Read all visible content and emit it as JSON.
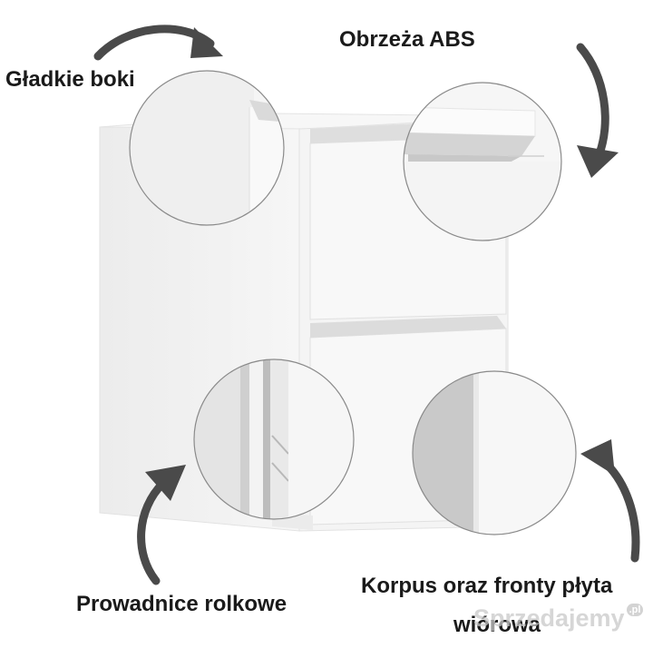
{
  "labels": {
    "smooth_sides": "Gładkie boki",
    "abs_edges": "Obrzeża ABS",
    "roller_runners": "Prowadnice rolkowe",
    "body_fronts_line1": "Korpus oraz fronty płyta",
    "body_fronts_line2": "wiórowa"
  },
  "watermark": {
    "text": "Sprzedajemy",
    "suffix": ".pl"
  },
  "colors": {
    "arrow": "#4a4a4a",
    "furniture": "#f2f2f2",
    "text": "#1a1a1a"
  }
}
